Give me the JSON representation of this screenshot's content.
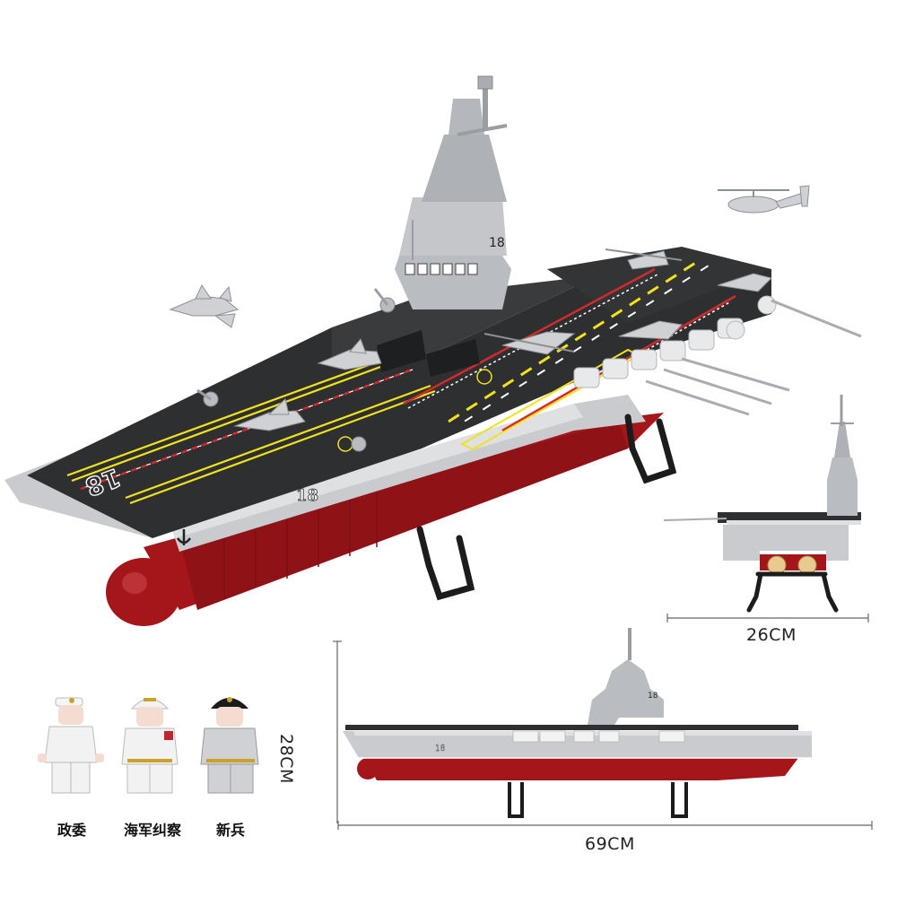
{
  "product": {
    "subject": "brick-built aircraft carrier model",
    "hull_number": "18",
    "colors": {
      "deck": "#2e2f31",
      "hull_red": "#a5161b",
      "hull_gray": "#c9cbce",
      "island_gray": "#b9bcc0",
      "deck_stripe_yellow": "#f2e21c",
      "deck_stripe_red": "#d42a2a",
      "stand_black": "#1c1c1c",
      "background": "#ffffff"
    }
  },
  "views": {
    "main": {
      "label": "perspective view"
    },
    "front": {
      "label": "front view",
      "width_dimension": "26CM"
    },
    "side": {
      "label": "side view",
      "length_dimension": "69CM",
      "height_dimension": "28CM"
    }
  },
  "aircraft": {
    "flying_jet": "fighter jet",
    "flying_helicopter": "helicopter"
  },
  "minifigures": [
    {
      "label": "政委",
      "uniform": "white officer uniform with cap"
    },
    {
      "label": "海军纠察",
      "uniform": "white sailor uniform with helmet"
    },
    {
      "label": "新兵",
      "uniform": "gray uniform with black helmet"
    }
  ]
}
